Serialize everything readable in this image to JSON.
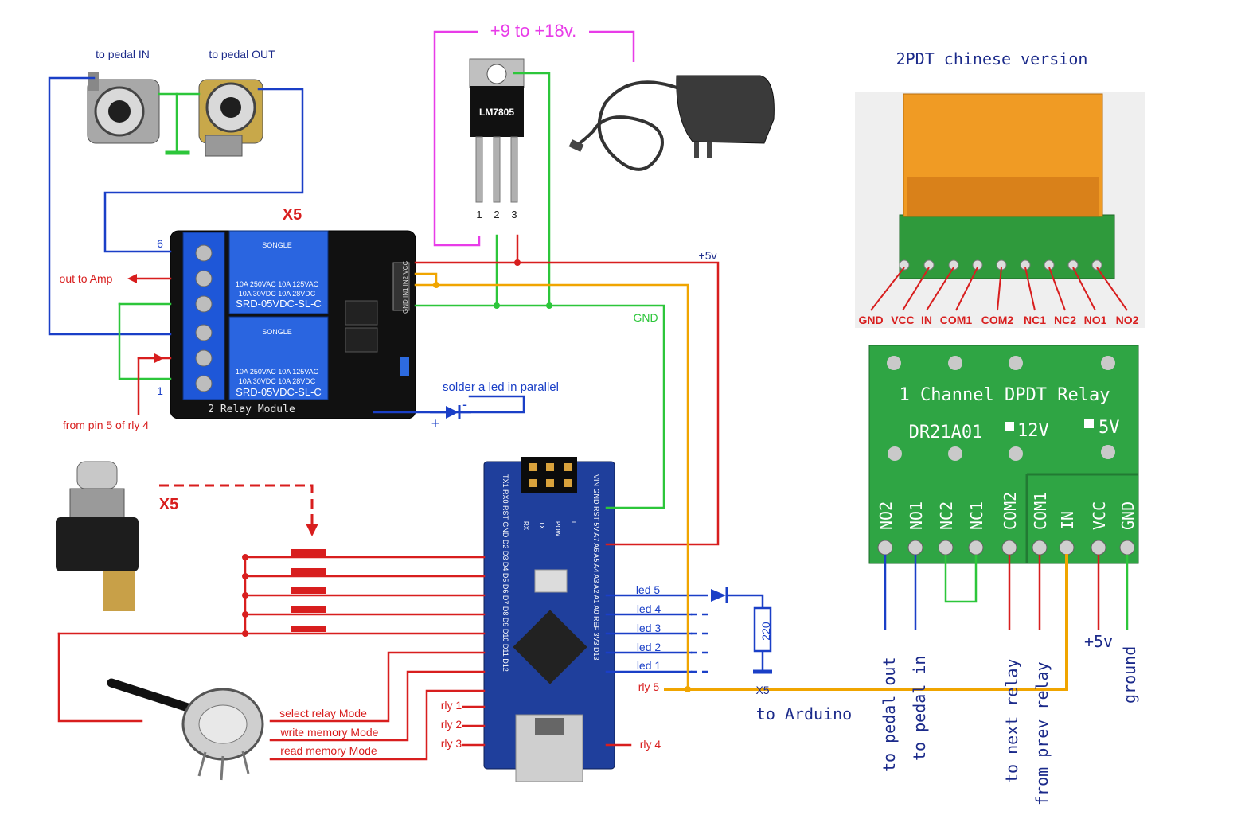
{
  "labels": {
    "to_pedal_in": "to pedal IN",
    "to_pedal_out": "to pedal OUT",
    "voltage": "+9 to +18v.",
    "regulator": "LM7805",
    "reg_pin1": "1",
    "reg_pin2": "2",
    "reg_pin3": "3",
    "x5_relay": "X5",
    "x5_switch": "X5",
    "x5_resistor": "X5",
    "relay_pin6": "6",
    "relay_pin1": "1",
    "out_to_amp": "out to Amp",
    "from_pin5": "from pin 5 of rly 4",
    "plus5v": "+5v",
    "gnd": "GND",
    "solder_led": "solder a  led in parallel",
    "led_plus": "+",
    "led_minus": "-",
    "led5": "led 5",
    "led4": "led 4",
    "led3": "led 3",
    "led2": "led 2",
    "led1": "led 1",
    "rly5": "rly 5",
    "rly1": "rly 1",
    "rly2": "rly 2",
    "rly3": "rly 3",
    "rly4": "rly 4",
    "resistor": "220",
    "to_arduino": "to Arduino",
    "select_mode": "select relay Mode",
    "write_mode": "write memory Mode",
    "read_mode": "read memory Mode"
  },
  "relay_module": {
    "title": "2 Relay Module",
    "brand": "SONGLE",
    "rating1": "10A 250VAC  10A 125VAC",
    "rating2": "10A  30VDC  10A  28VDC",
    "model": "SRD-05VDC-SL-C",
    "header_pins": "GND IN1 IN2 VCC"
  },
  "dpdt_top": {
    "title": "2PDT chinese version",
    "pins": [
      "GND",
      "VCC",
      "IN",
      "COM1",
      "COM2",
      "NC1",
      "NC2",
      "NO1",
      "NO2"
    ]
  },
  "dpdt_board": {
    "title": "1 Channel  DPDT Relay",
    "model": "DR21A01",
    "v12": "12V",
    "v5": "5V",
    "pins": [
      "NO2",
      "NO1",
      "NC2",
      "NC1",
      "COM2",
      "COM1",
      "IN",
      "VCC",
      "GND"
    ],
    "wire_labels": [
      "to pedal out",
      "to pedal in",
      "to next relay",
      "from prev relay",
      "+5v",
      "ground"
    ]
  },
  "arduino": {
    "pins_top": "TX1 RX0 RST GND D2 D3 D4 D5 D6 D7 D8 D9 D10 D11 D12",
    "pins_bottom": "VIN GND RST 5V A7 A6 A5 A4 A3 A2 A1 A0 REF 3V3 D13",
    "leds": [
      "RX",
      "TX",
      "POW",
      "L"
    ]
  },
  "colors": {
    "red": "#d81e1e",
    "blue": "#1a3fc7",
    "green": "#2cc63a",
    "orange": "#f0a500",
    "magenta": "#e83ce8",
    "navy": "#1b2a8a"
  }
}
